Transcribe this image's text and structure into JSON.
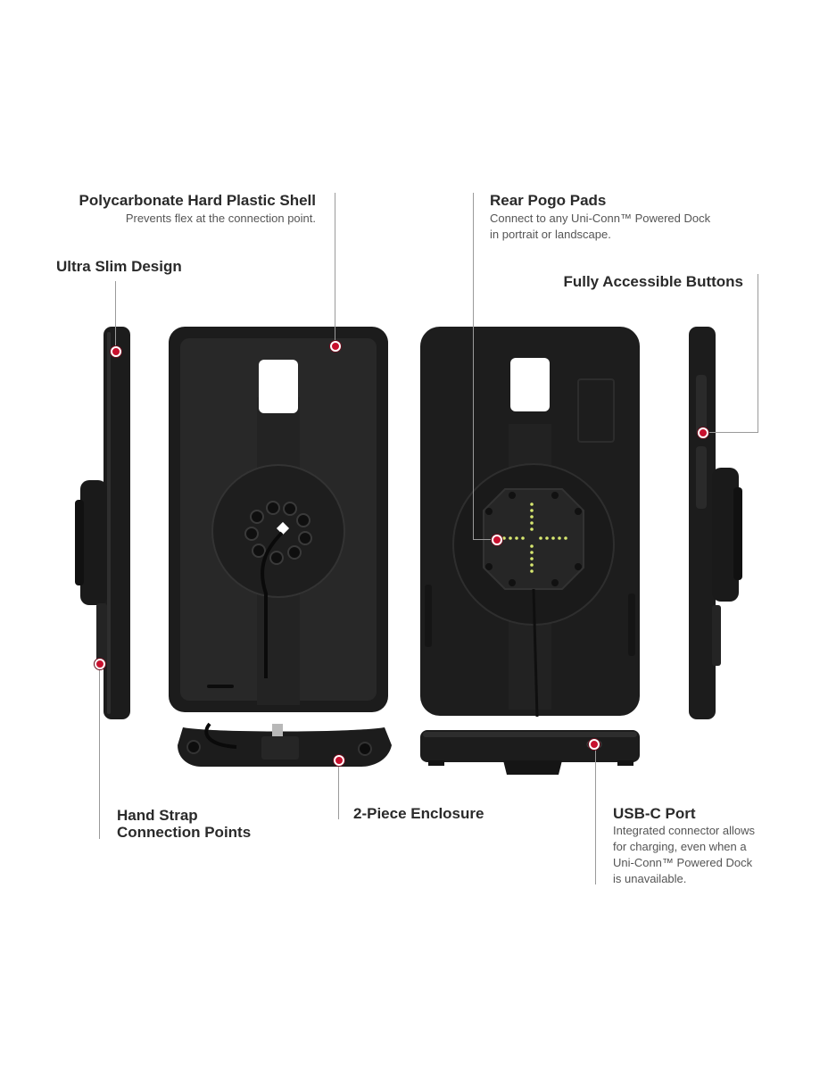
{
  "callouts": {
    "polycarbonate": {
      "title": "Polycarbonate Hard Plastic Shell",
      "desc": "Prevents flex at the connection point."
    },
    "rear_pogo": {
      "title": "Rear Pogo Pads",
      "desc_line1": "Connect to any Uni-Conn™ Powered Dock",
      "desc_line2": "in portrait or landscape."
    },
    "ultra_slim": {
      "title": "Ultra Slim Design"
    },
    "buttons": {
      "title": "Fully Accessible Buttons"
    },
    "hand_strap": {
      "title_line1": "Hand Strap",
      "title_line2": "Connection Points"
    },
    "enclosure": {
      "title": "2-Piece Enclosure"
    },
    "usbc": {
      "title": "USB-C Port",
      "desc_line1": "Integrated connector allows",
      "desc_line2": "for charging, even when a",
      "desc_line3": "Uni-Conn™ Powered Dock",
      "desc_line4": "is unavailable."
    }
  },
  "colors": {
    "product": "#1c1c1c",
    "accent_dot": "#c8102e",
    "pogo_pins": "#d8e870",
    "leader_line": "#9a9a9a"
  }
}
